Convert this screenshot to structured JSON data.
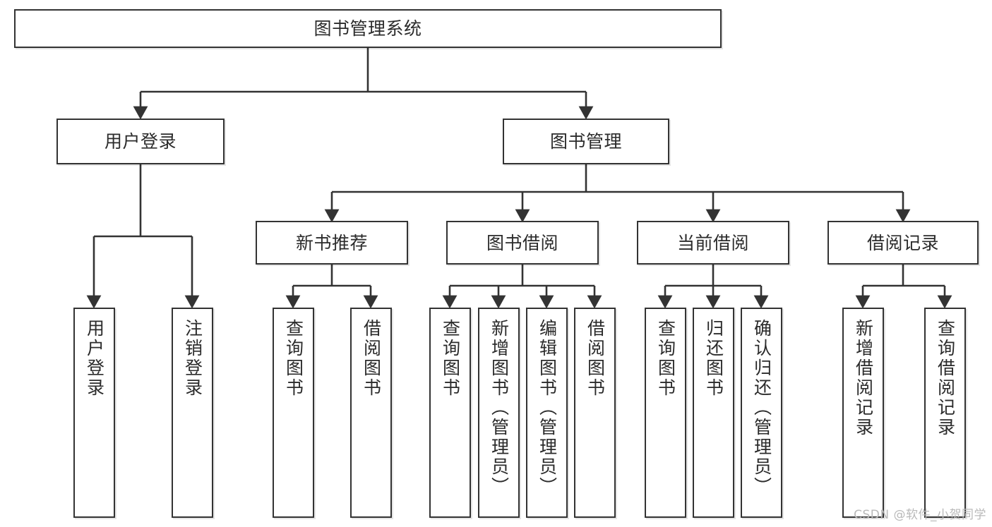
{
  "diagram": {
    "title": "图书管理系统",
    "type": "hierarchy-tree",
    "root": {
      "label": "图书管理系统"
    },
    "level2": [
      {
        "label": "用户登录"
      },
      {
        "label": "图书管理"
      }
    ],
    "level3": [
      {
        "label": "新书推荐"
      },
      {
        "label": "图书借阅"
      },
      {
        "label": "当前借阅"
      },
      {
        "label": "借阅记录"
      }
    ],
    "leaves": {
      "user_login": [
        {
          "label": "用户登录"
        },
        {
          "label": "注销登录"
        }
      ],
      "new_book_recommend": [
        {
          "label": "查询图书"
        },
        {
          "label": "借阅图书"
        }
      ],
      "book_borrow": [
        {
          "label": "查询图书"
        },
        {
          "label": "新增图书（管理员）"
        },
        {
          "label": "编辑图书（管理员）"
        },
        {
          "label": "借阅图书"
        }
      ],
      "current_borrow": [
        {
          "label": "查询图书"
        },
        {
          "label": "归还图书"
        },
        {
          "label": "确认归还（管理员）"
        }
      ],
      "borrow_record": [
        {
          "label": "新增借阅记录"
        },
        {
          "label": "查询借阅记录"
        }
      ]
    }
  },
  "watermark": {
    "text": "CSDN @软件_小贺同学"
  },
  "colors": {
    "stroke": "#333333",
    "background": "#ffffff",
    "text": "#2b2b2b",
    "watermark": "#b9b9b9"
  }
}
